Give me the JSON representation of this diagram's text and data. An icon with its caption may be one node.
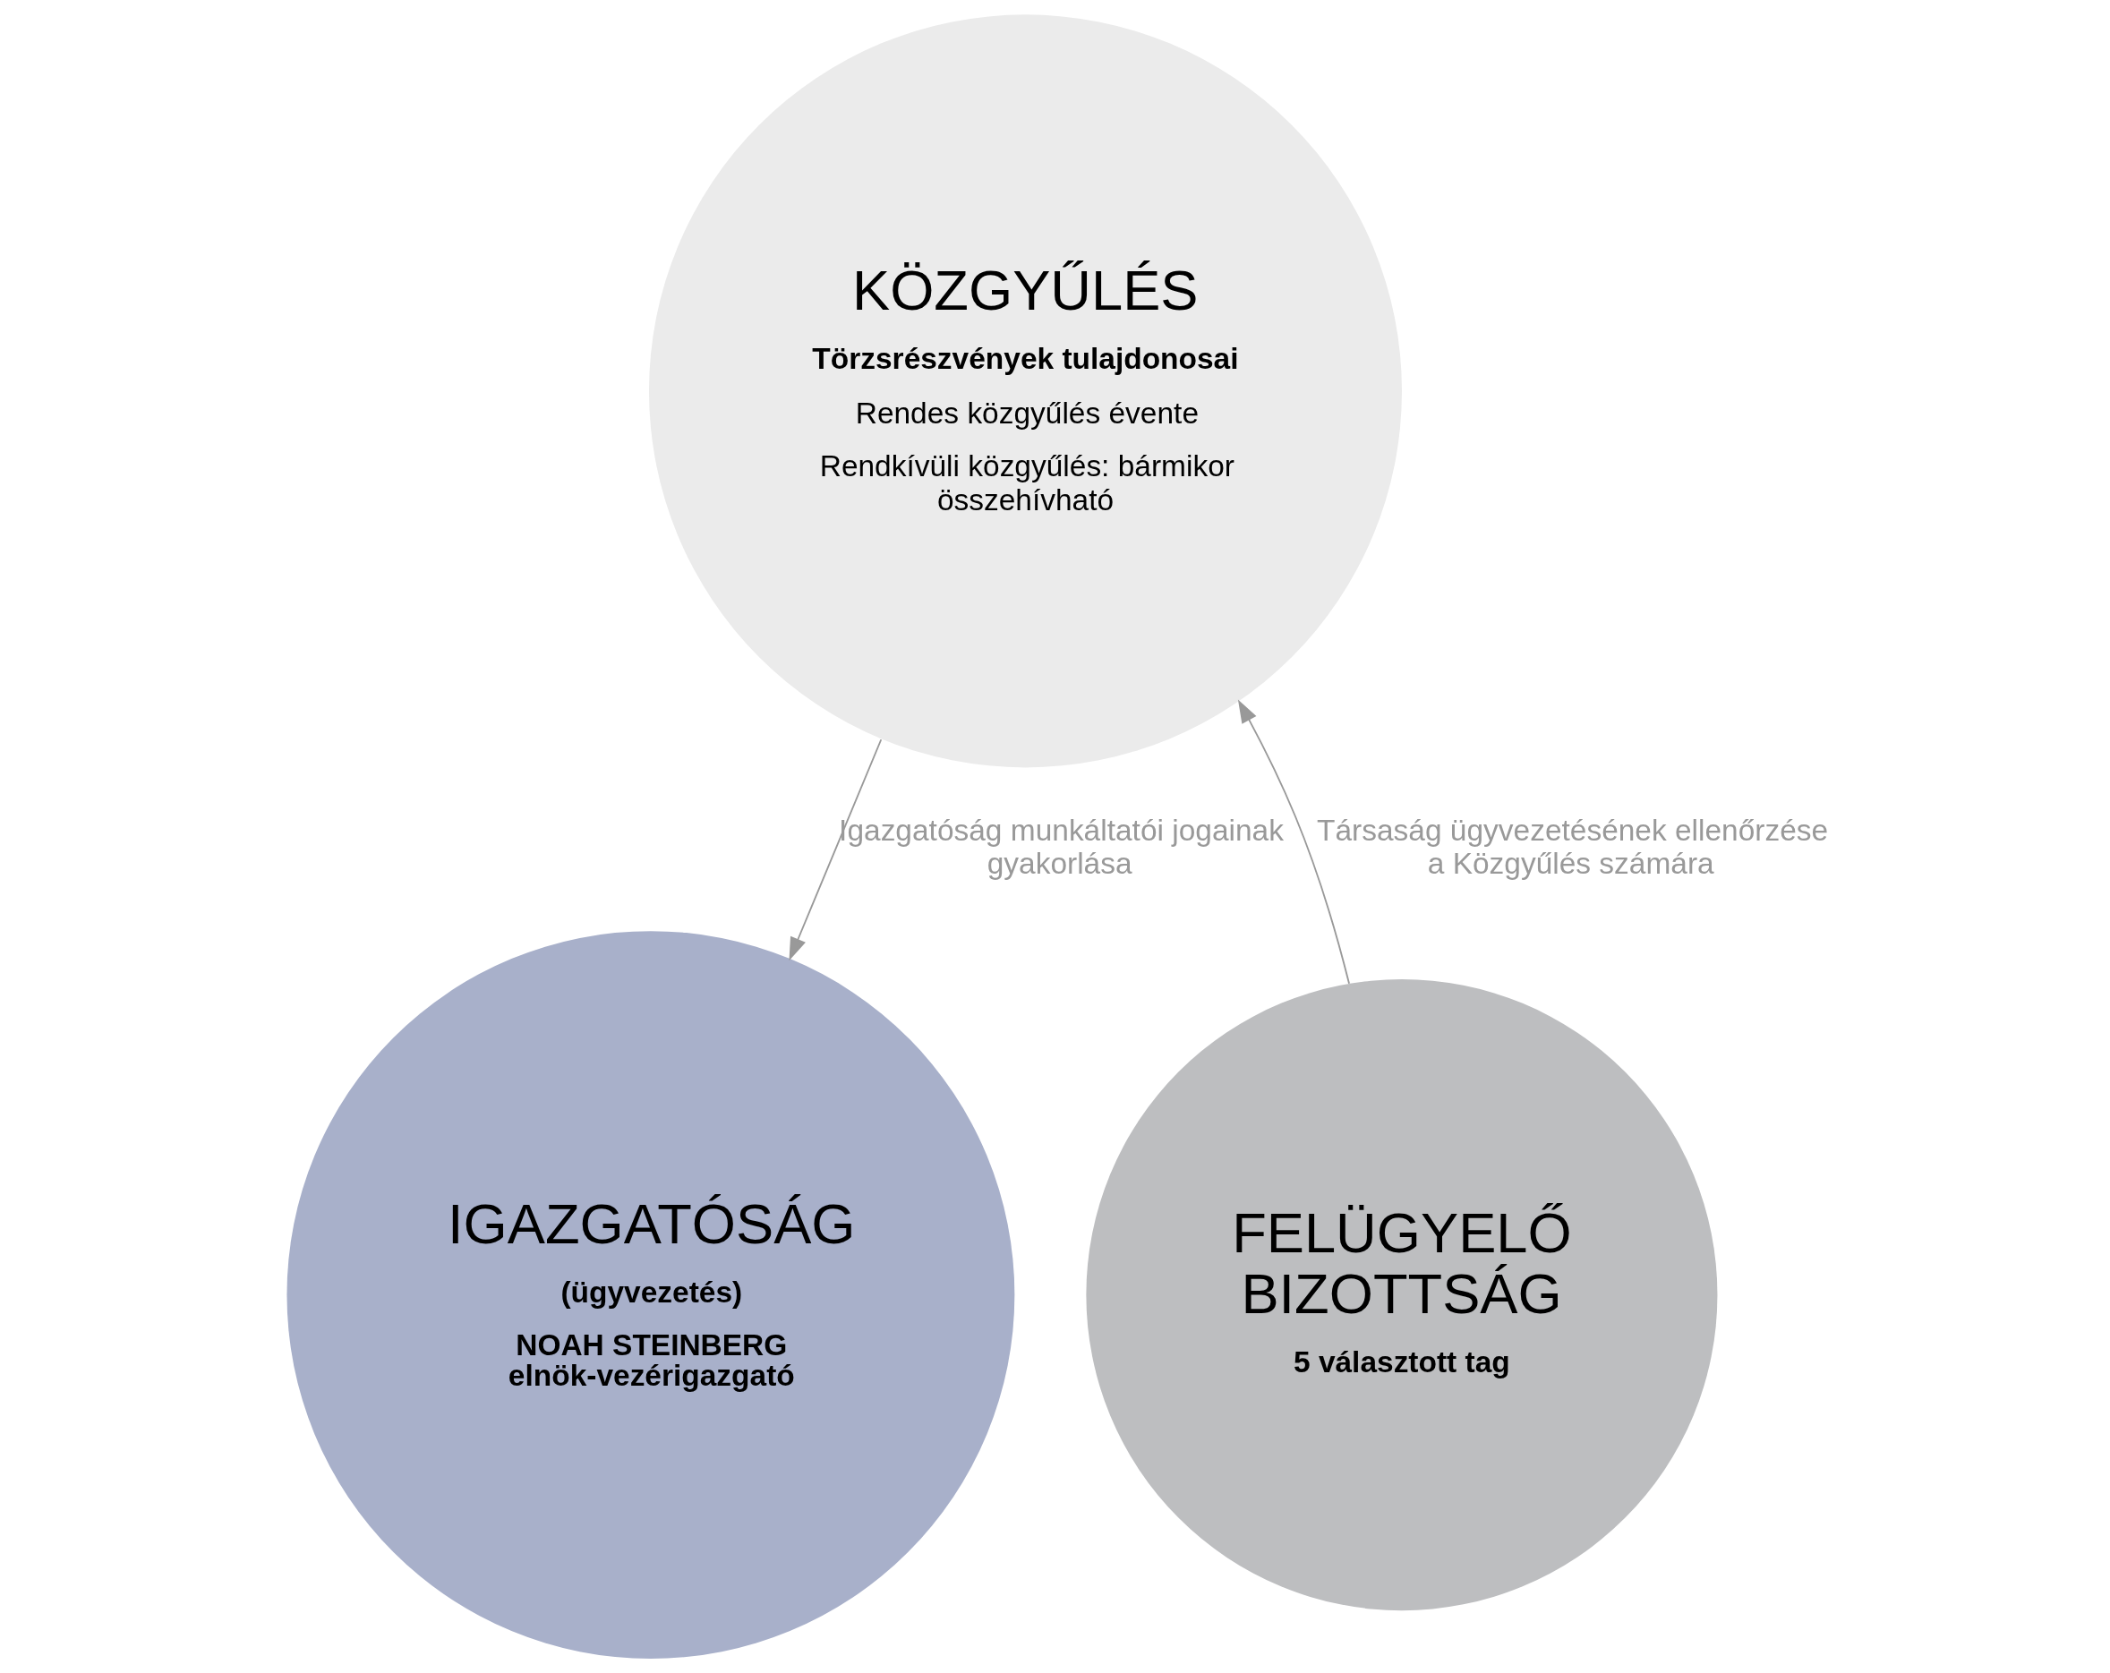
{
  "diagram": {
    "nodes": [
      {
        "text": [
          "KÖZGYŰLÉS",
          "Törzsrészvények tulajdonosai",
          "Rendes közgyűlés évente",
          "Rendkívüli közgyűlés: bármikor összehívható"
        ]
      },
      {
        "text": [
          "IGAZGATÓSÁG",
          "(ügyvezetés)",
          "NOAH STEINBERG elnök-vezérigazgató"
        ]
      },
      {
        "text": [
          "FELÜGYELŐ BIZOTTSÁG",
          "5 választott tag"
        ]
      }
    ],
    "edges": [
      {
        "from": 2,
        "to": 0,
        "arrow": "to",
        "label": "Társaság ügyvezetésének ellenőrzése a Közgyűlés számára"
      },
      {
        "from": 0,
        "to": 1,
        "arrow": "to",
        "label": "Igazgatóság munkáltatói jogainak gyakorlása"
      }
    ]
  }
}
